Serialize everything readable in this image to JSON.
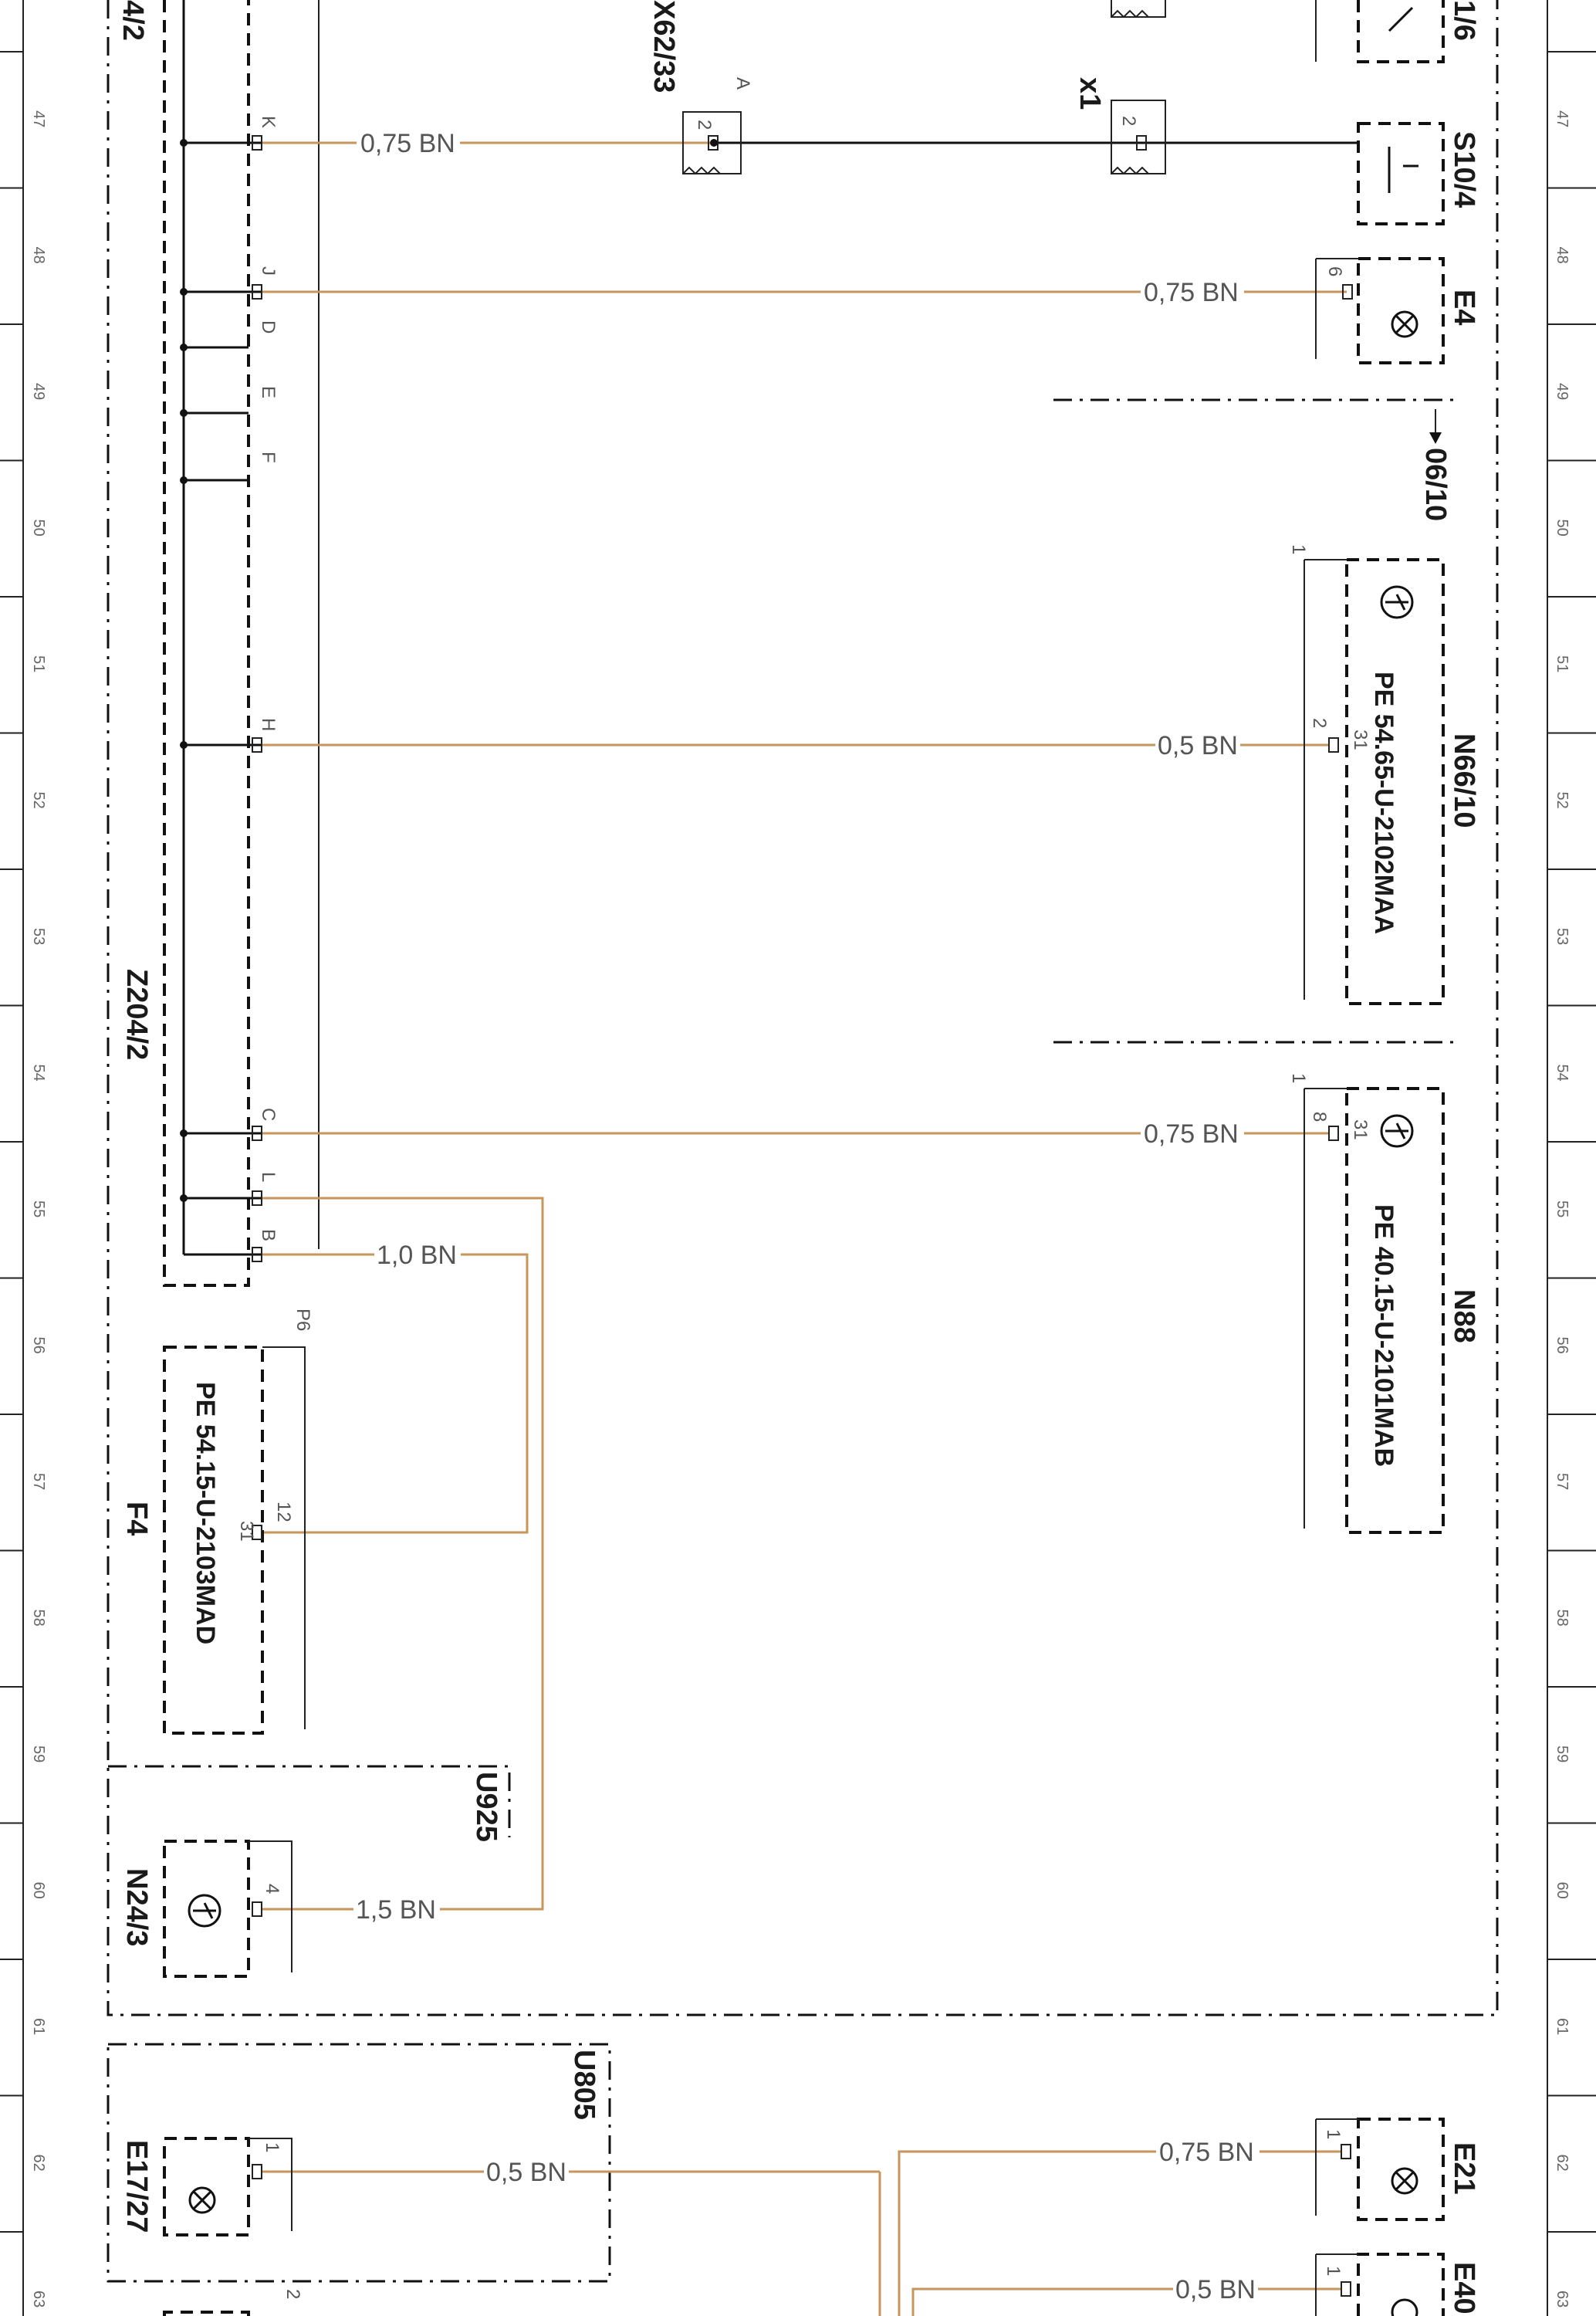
{
  "ruler": {
    "numbers": [
      "47",
      "48",
      "49",
      "50",
      "51",
      "52",
      "53",
      "54",
      "55",
      "56",
      "57",
      "58",
      "59",
      "60",
      "61",
      "62",
      "63"
    ]
  },
  "components": {
    "top_left_partial": "4/2",
    "x62_33": "X62/33",
    "x62_33_pin_letter": "A",
    "x62_33_pin": "2",
    "x1": "x1",
    "x1_pin": "2",
    "s10_4": "S10/4",
    "top_right_partial": "1/6",
    "e4": "E4",
    "e4_pin": "6",
    "ref_06_10": "06/10",
    "n66_10": "N66/10",
    "n66_10_pe": "PE 54.65-U-2102MAA",
    "n66_10_pin_outer": "1",
    "n66_10_pin_a": "2",
    "n66_10_pin_b": "31",
    "n88": "N88",
    "n88_pe": "PE 40.15-U-2101MAB",
    "n88_pin_outer": "1",
    "n88_pin_a": "8",
    "n88_pin_b": "31",
    "z204_2": "Z204/2",
    "f4": "F4",
    "f4_pe": "PE 54.15-U-2103MAD",
    "f4_conn": "P6",
    "f4_pin_a": "12",
    "f4_pin_b": "31",
    "u925": "U925",
    "n24_3": "N24/3",
    "n24_3_pin": "4",
    "u805": "U805",
    "e17_27": "E17/27",
    "e17_27_pin": "1",
    "e21": "E21",
    "e21_pin": "1",
    "e40_partial": "E40",
    "e40_pin": "1",
    "bottom_conn_pin": "2"
  },
  "z204_pins": {
    "K": "K",
    "J": "J",
    "D": "D",
    "E": "E",
    "F": "F",
    "H": "H",
    "C": "C",
    "L": "L",
    "B": "B"
  },
  "wires": {
    "w_k": "0,75 BN",
    "w_e4": "0,75 BN",
    "w_n66": "0,5 BN",
    "w_n88": "0,75 BN",
    "w_b": "1,0 BN",
    "w_n24": "1,5 BN",
    "w_e17": "0,5 BN",
    "w_e21": "0,75 BN",
    "w_e40": "0,5 BN"
  },
  "colors": {
    "wire": "#c8965a",
    "line": "#111111",
    "label": "#555555"
  }
}
